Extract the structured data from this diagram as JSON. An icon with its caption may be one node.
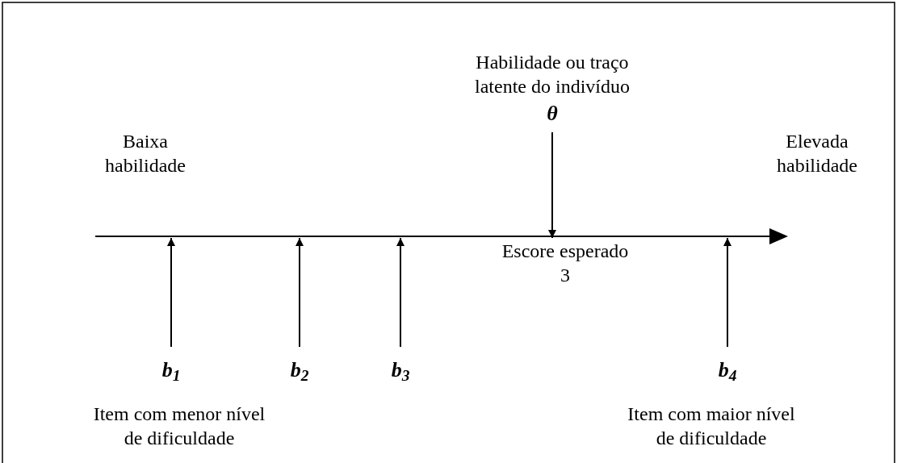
{
  "diagram": {
    "nodes": [
      {
        "text": [
          "Habilidade ou traço latente do indivíduo",
          "θ"
        ]
      },
      {
        "text": [
          "b$_{1}$"
        ],
        "beside": [
          "Item com menor nível de dificuldade"
        ]
      },
      {
        "text": [
          "b$_{2}$"
        ]
      },
      {
        "text": [
          "b$_{3}$"
        ]
      },
      {
        "text": [
          "b$_{4}$"
        ],
        "beside": [
          "Item com maior nível de dificuldade"
        ]
      },
      {
        "text": [
          "Escore esperado 3"
        ]
      }
    ],
    "edges": [
      {
        "from": 0,
        "to": 5,
        "arrow": "to"
      },
      {
        "from": 1,
        "to": null,
        "arrow": "to"
      },
      {
        "from": 2,
        "to": null,
        "arrow": "to"
      },
      {
        "from": 3,
        "to": null,
        "arrow": "to"
      },
      {
        "from": 4,
        "to": null,
        "arrow": "to"
      }
    ],
    "labels": [
      "Baixa habilidade",
      "Elevada habilidade"
    ]
  }
}
